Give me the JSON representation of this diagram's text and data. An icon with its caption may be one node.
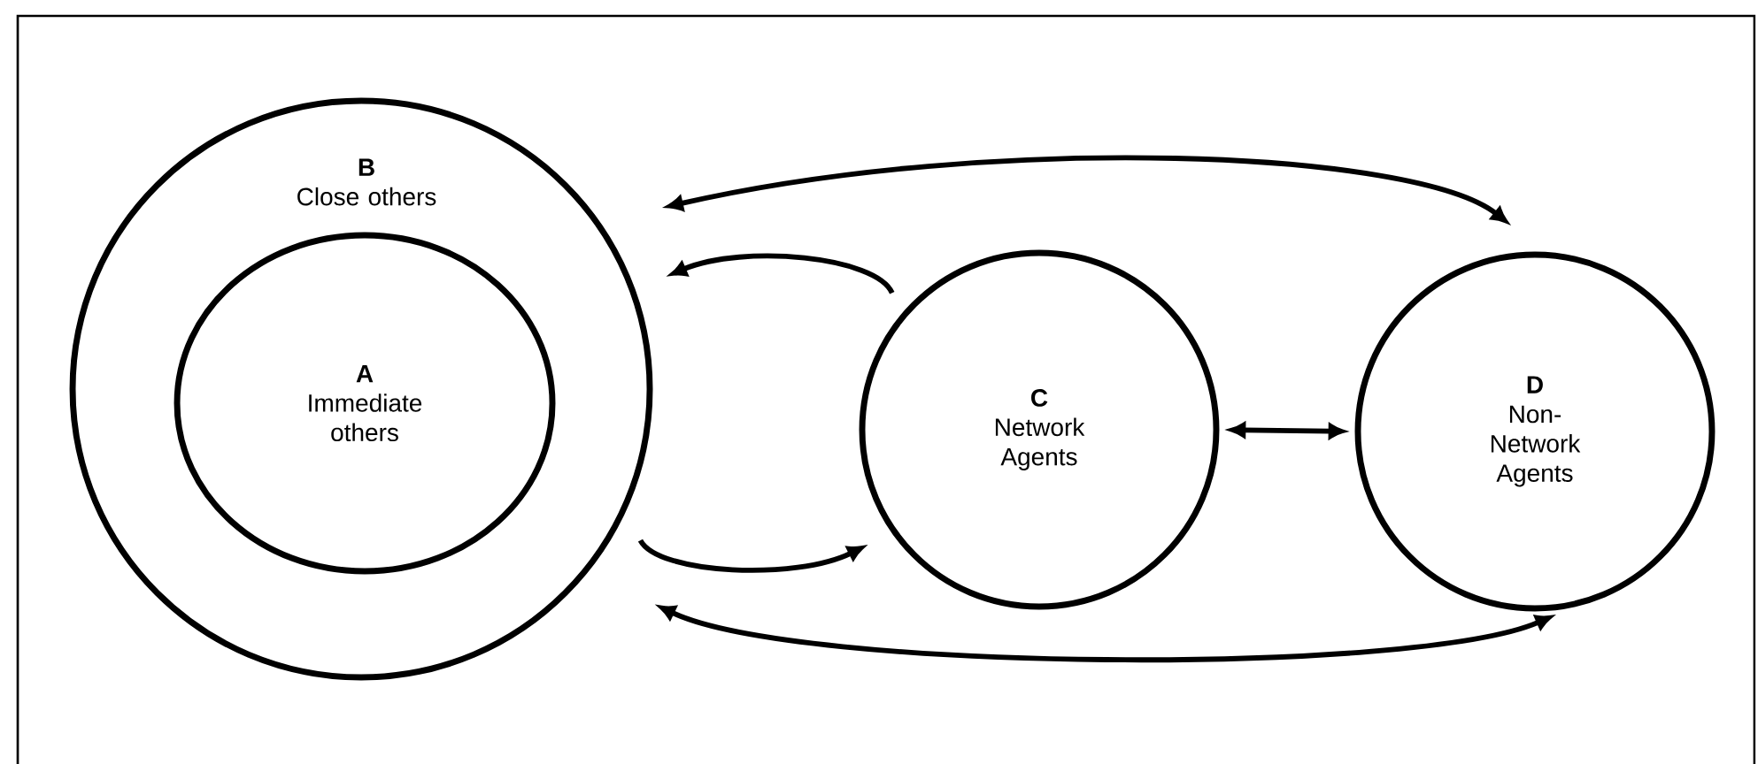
{
  "diagram": {
    "nodes": [
      {
        "text": [
          "B",
          "Close others"
        ]
      },
      {
        "text": [
          "A",
          "Immediate others"
        ],
        "in": 0
      },
      {
        "text": [
          "C",
          "Network Agents"
        ]
      },
      {
        "text": [
          "D",
          "Non- Network Agents"
        ]
      }
    ],
    "edges": [
      {
        "from": 0,
        "to": 3,
        "arrow": "both"
      },
      {
        "from": 2,
        "to": 0,
        "arrow": "to"
      },
      {
        "from": 0,
        "to": 2,
        "arrow": "to"
      },
      {
        "from": 2,
        "to": 3,
        "arrow": "both"
      },
      {
        "from": 0,
        "to": 3,
        "arrow": "both"
      }
    ]
  }
}
